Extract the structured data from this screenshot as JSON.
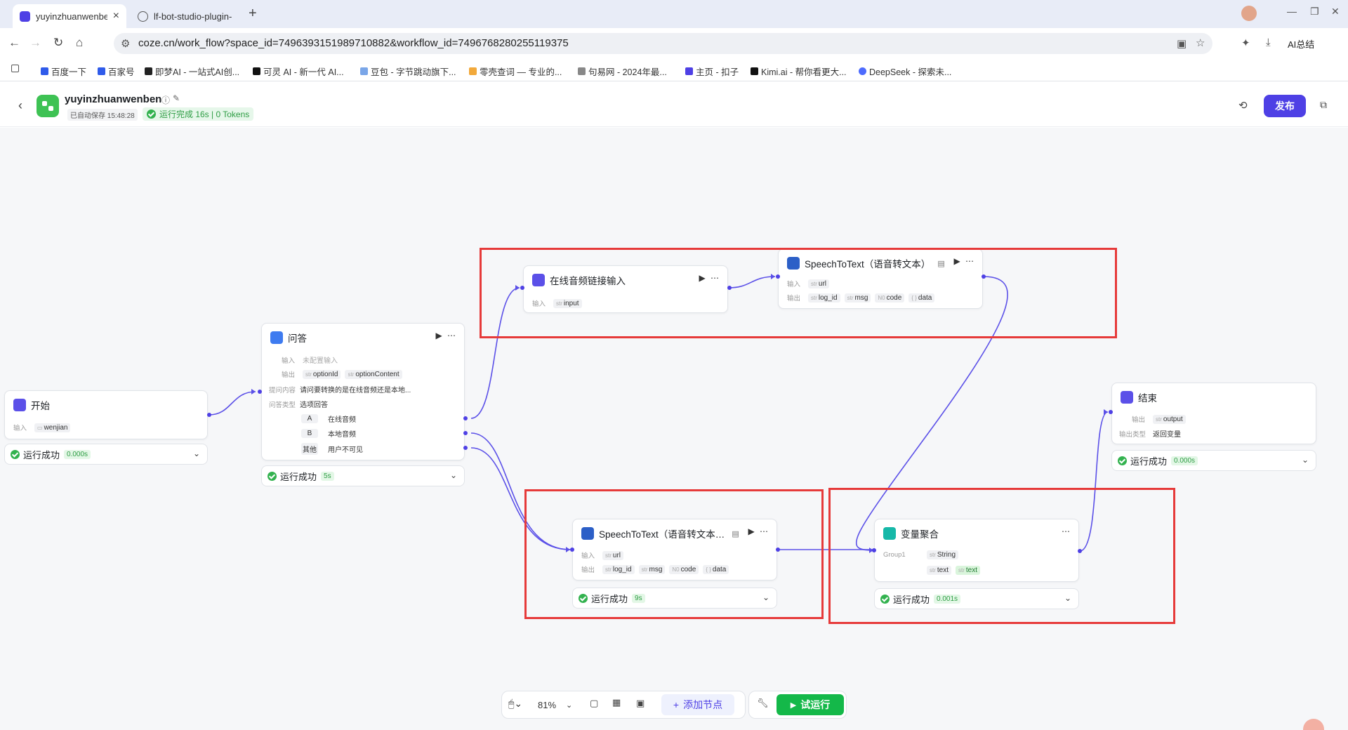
{
  "browser": {
    "tabs": [
      {
        "title": "yuyinzhuanwenben",
        "active": true
      },
      {
        "title": "lf-bot-studio-plugin-",
        "active": false
      }
    ],
    "url": "coze.cn/work_flow?space_id=7496393151989710882&workflow_id=7496768280255119375",
    "ai_summary": "AI总结",
    "bookmarks": [
      "百度一下",
      "百家号",
      "即梦AI - 一站式AI创...",
      "可灵 AI - 新一代 AI...",
      "豆包 - 字节跳动旗下...",
      "零壳查词 — 专业的...",
      "句易网 - 2024年最...",
      "主页 - 扣子",
      "Kimi.ai - 帮你看更大...",
      "DeepSeek - 探索未..."
    ]
  },
  "header": {
    "workflow_name": "yuyinzhuanwenben",
    "autosave": "已自动保存 15:48:28",
    "run_status": "运行完成 16s | 0 Tokens",
    "publish": "发布"
  },
  "labels": {
    "input": "输入",
    "output": "输出",
    "output_type": "输出类型",
    "ask_content": "提问内容",
    "answer_type": "问答类型",
    "group": "Group1",
    "str": "str",
    "num": "N0",
    "obj": "{ }"
  },
  "nodes": {
    "start": {
      "title": "开始",
      "input_var": "wenjian",
      "status": "运行成功",
      "time": "0.000s"
    },
    "qa": {
      "title": "问答",
      "input_val": "未配置输入",
      "out1": "optionId",
      "out2": "optionContent",
      "question": "请问要转换的是在线音频还是本地...",
      "answer_type": "选项回答",
      "opt_a_key": "A",
      "opt_a": "在线音频",
      "opt_b_key": "B",
      "opt_b": "本地音频",
      "opt_other_key": "其他",
      "opt_other": "用户不可见",
      "status": "运行成功",
      "time": "5s"
    },
    "online": {
      "title": "在线音频链接输入",
      "input_var": "input"
    },
    "stt1": {
      "title": "SpeechToText（语音转文本）",
      "in": "url",
      "o1": "log_id",
      "o2": "msg",
      "o3": "code",
      "o4": "data"
    },
    "stt2": {
      "title": "SpeechToText（语音转文本…",
      "in": "url",
      "o1": "log_id",
      "o2": "msg",
      "o3": "code",
      "o4": "data",
      "status": "运行成功",
      "time": "9s"
    },
    "agg": {
      "title": "变量聚合",
      "type": "String",
      "var": "text",
      "var2": "text",
      "status": "运行成功",
      "time": "0.001s"
    },
    "end": {
      "title": "结束",
      "out": "output",
      "out_type": "返回变量",
      "status": "运行成功",
      "time": "0.000s"
    }
  },
  "toolbar": {
    "zoom": "81%",
    "add_node": "添加节点",
    "try_run": "试运行"
  },
  "colors": {
    "accent": "#4e40e5",
    "success": "#33b24f",
    "highlight": "#e63a3a"
  }
}
